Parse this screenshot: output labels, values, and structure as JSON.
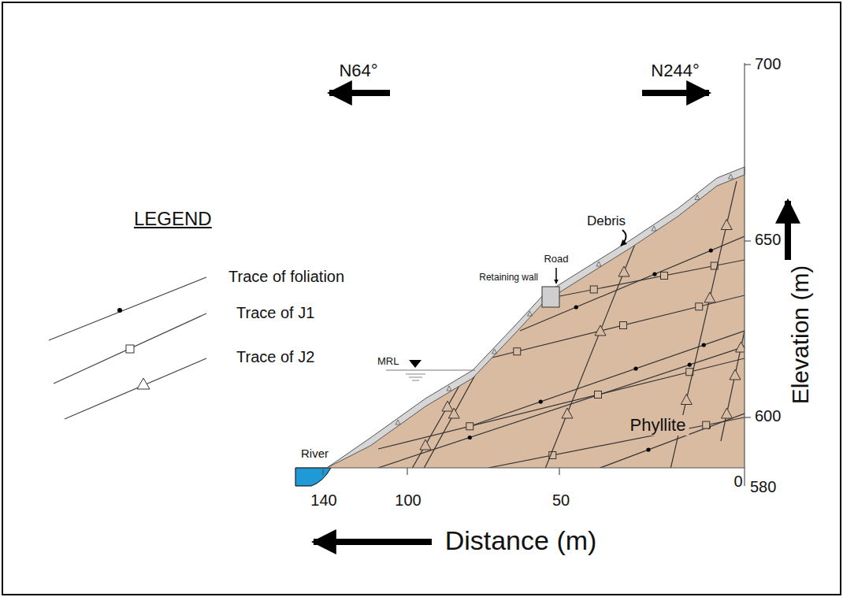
{
  "diagram": {
    "labels": [
      "N64°",
      "N244°",
      "LEGEND",
      "Debris",
      "Road",
      "Retaining wall",
      "MRL",
      "River",
      "Phyllite",
      "Elevation (m)",
      "Distance (m)",
      "700",
      "650",
      "600",
      "580",
      "140",
      "100",
      "50",
      "0"
    ],
    "legend": [
      {
        "text": "Trace of foliation"
      },
      {
        "text": "Trace of J1"
      },
      {
        "text": "Trace of J2"
      }
    ]
  }
}
